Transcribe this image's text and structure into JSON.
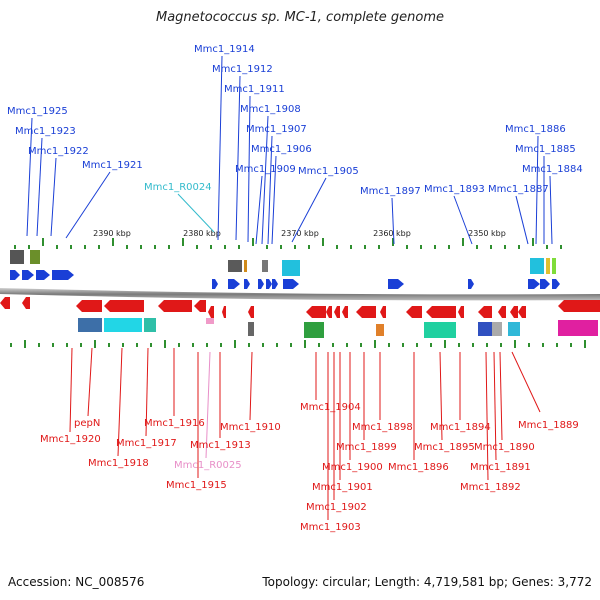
{
  "title": "Magnetococcus sp. MC-1, complete genome",
  "footer": {
    "accession": "Accession: NC_008576",
    "topology": "Topology: circular; Length: 4,719,581 bp; Genes: 3,772"
  },
  "ruler": [
    "2390 kbp",
    "2380 kbp",
    "2370 kbp",
    "2360 kbp",
    "2350 kbp"
  ],
  "colors": {
    "forward": "#1a3fd6",
    "reverse": "#e01818",
    "rna_forward": "#33bbcc",
    "rna_reverse": "#e88fc8",
    "backbone": "#8a8a8a"
  },
  "top_labels": [
    "Mmc1_1925",
    "Mmc1_1923",
    "Mmc1_1922",
    "Mmc1_1921",
    "Mmc1_R0024",
    "Mmc1_1914",
    "Mmc1_1912",
    "Mmc1_1911",
    "Mmc1_1908",
    "Mmc1_1907",
    "Mmc1_1906",
    "Mmc1_1909",
    "Mmc1_1905",
    "Mmc1_1897",
    "Mmc1_1893",
    "Mmc1_1886",
    "Mmc1_1885",
    "Mmc1_1884",
    "Mmc1_1887"
  ],
  "bottom_labels": [
    "pepN",
    "Mmc1_1920",
    "Mmc1_1918",
    "Mmc1_1917",
    "Mmc1_1916",
    "Mmc1_1913",
    "Mmc1_R0025",
    "Mmc1_1915",
    "Mmc1_1910",
    "Mmc1_1904",
    "Mmc1_1898",
    "Mmc1_1899",
    "Mmc1_1900",
    "Mmc1_1901",
    "Mmc1_1902",
    "Mmc1_1903",
    "Mmc1_1894",
    "Mmc1_1895",
    "Mmc1_1896",
    "Mmc1_1890",
    "Mmc1_1891",
    "Mmc1_1892",
    "Mmc1_1889"
  ]
}
